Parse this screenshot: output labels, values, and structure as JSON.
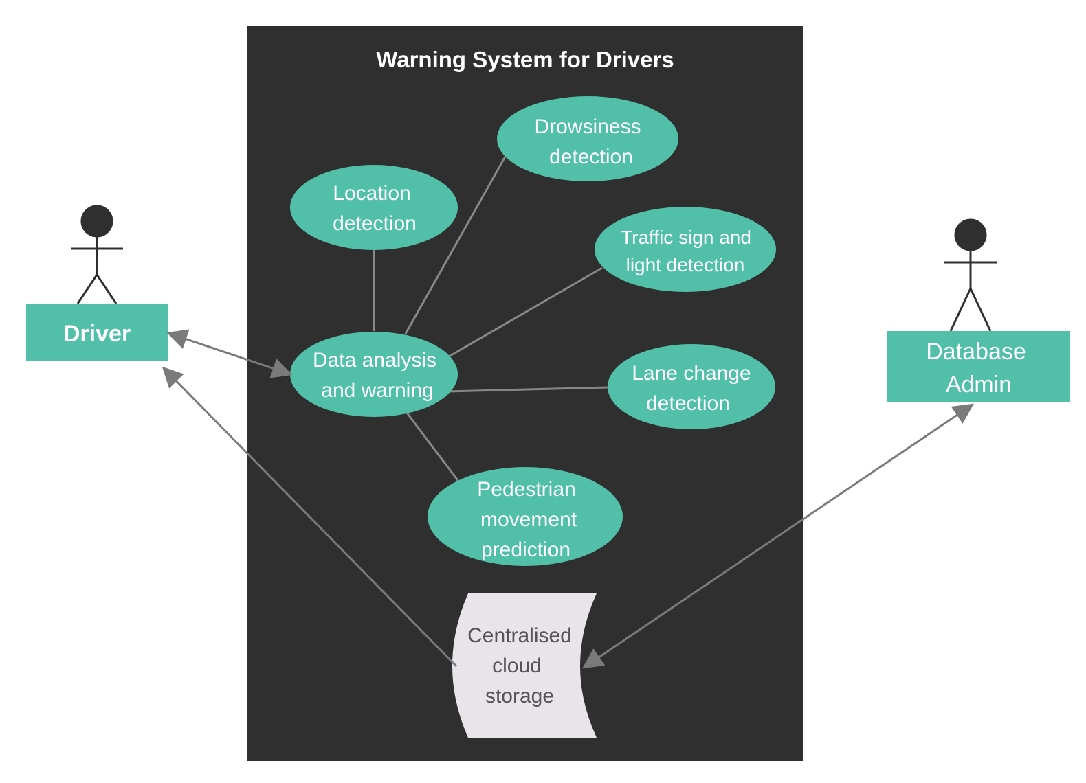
{
  "colors": {
    "boundary_fill": "#2f2f2f",
    "use_case_fill": "#52c0a8",
    "actor_box_fill": "#52c0a8",
    "stick_figure": "#2f2f2f",
    "storage_fill": "#e8e4ea",
    "connector": "#888888",
    "arrow": "#7a7a7a"
  },
  "system": {
    "title": "Warning System for Drivers"
  },
  "use_cases": {
    "drowsiness": {
      "line1": "Drowsiness",
      "line2": "detection"
    },
    "location": {
      "line1": "Location",
      "line2": "detection"
    },
    "traffic_sign": {
      "line1": "Traffic sign and",
      "line2": "light detection"
    },
    "data_analysis": {
      "line1": "Data analysis",
      "line2": "and warning"
    },
    "lane_change": {
      "line1": "Lane change",
      "line2": "detection"
    },
    "pedestrian": {
      "line1": "Pedestrian",
      "line2": "movement",
      "line3": "prediction"
    }
  },
  "storage": {
    "line1": "Centralised",
    "line2": "cloud",
    "line3": "storage"
  },
  "actors": {
    "driver": {
      "label": "Driver"
    },
    "admin": {
      "line1": "Database",
      "line2": "Admin"
    }
  }
}
